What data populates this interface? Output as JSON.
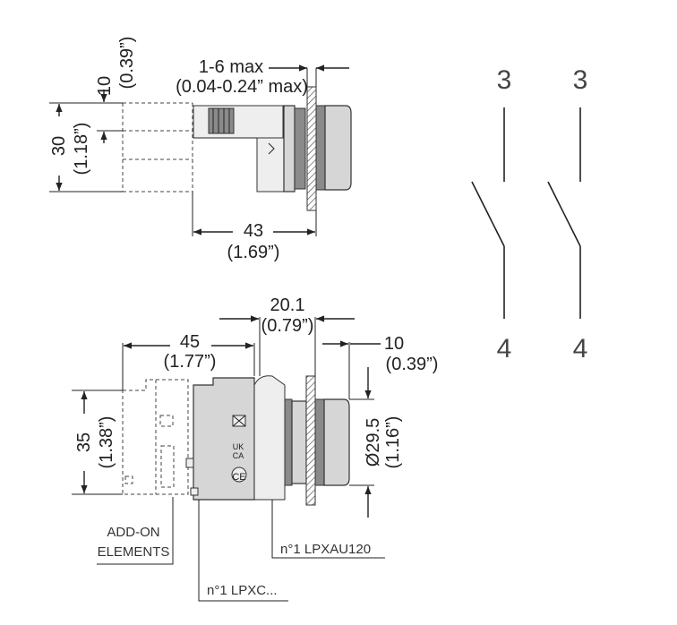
{
  "top_view": {
    "panel_thickness": "1-6 max",
    "panel_thickness_in": "(0.04-0.24” max)",
    "spacing": "10",
    "spacing_in": "(0.39”)",
    "height": "30",
    "height_in": "(1.18”)",
    "depth": "43",
    "depth_in": "(1.69”)"
  },
  "side_view": {
    "width": "45",
    "width_in": "(1.77”)",
    "offset": "20.1",
    "offset_in": "(0.79”)",
    "lens_depth": "10",
    "lens_depth_in": "(0.39”)",
    "height": "35",
    "height_in": "(1.38”)",
    "diameter": "Ø29.5",
    "diameter_in": "(1.16”)",
    "label_addon_1": "ADD-ON",
    "label_addon_2": "ELEMENTS",
    "label_lpxau": "n°1 LPXAU120",
    "label_lpxc": "n°1 LPXC...",
    "mark_ce": "CE",
    "mark_uk": "UK",
    "mark_ca": "CA"
  },
  "schematic": {
    "contact_1_top": "3",
    "contact_1_bottom": "4",
    "contact_2_top": "3",
    "contact_2_bottom": "4"
  }
}
